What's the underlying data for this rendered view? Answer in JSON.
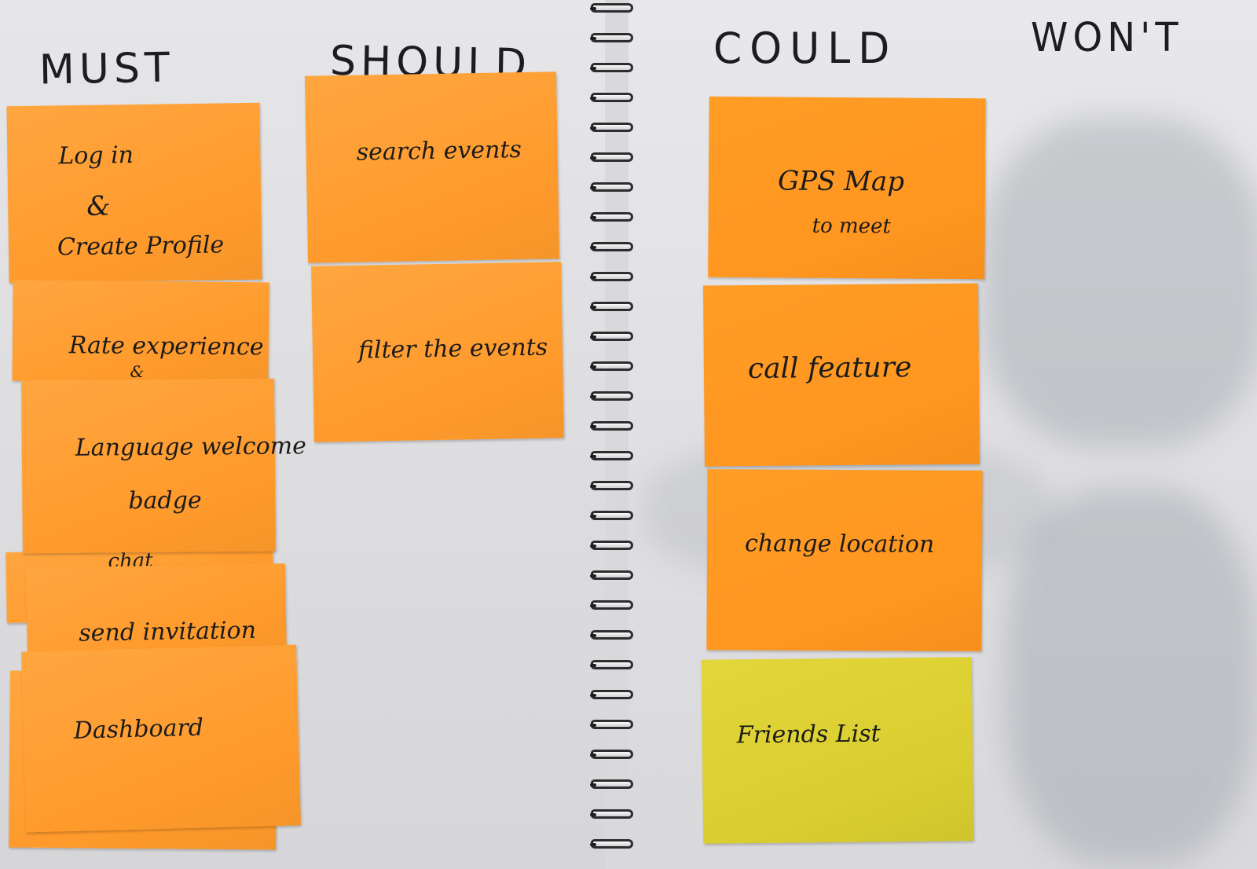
{
  "columns": {
    "must": {
      "heading": "MUST",
      "notes": [
        {
          "line1": "Log in",
          "amp": "&",
          "line2": "Create Profile"
        },
        {
          "line1": "Rate experience",
          "amp": "&"
        },
        {
          "line1": "Language welcome",
          "line2": "badge"
        },
        {
          "line1": "chat"
        },
        {
          "line1": "send invitation"
        },
        {
          "line1": "Dashboard"
        }
      ]
    },
    "should": {
      "heading": "SHOULD",
      "notes": [
        {
          "line1": "search events"
        },
        {
          "line1": "filter the events"
        }
      ]
    },
    "could": {
      "heading": "COULD",
      "notes": [
        {
          "line1": "GPS Map",
          "line2": "to meet"
        },
        {
          "line1": "call feature"
        },
        {
          "line1": "change location"
        },
        {
          "line1": "Friends List"
        }
      ]
    },
    "wont": {
      "heading": "WON'T",
      "notes": []
    }
  },
  "colors": {
    "note_orange": "#ff9a2c",
    "note_yellow": "#d9cd2f",
    "paper": "#e4e4e6",
    "binding": "#2d2d30"
  }
}
